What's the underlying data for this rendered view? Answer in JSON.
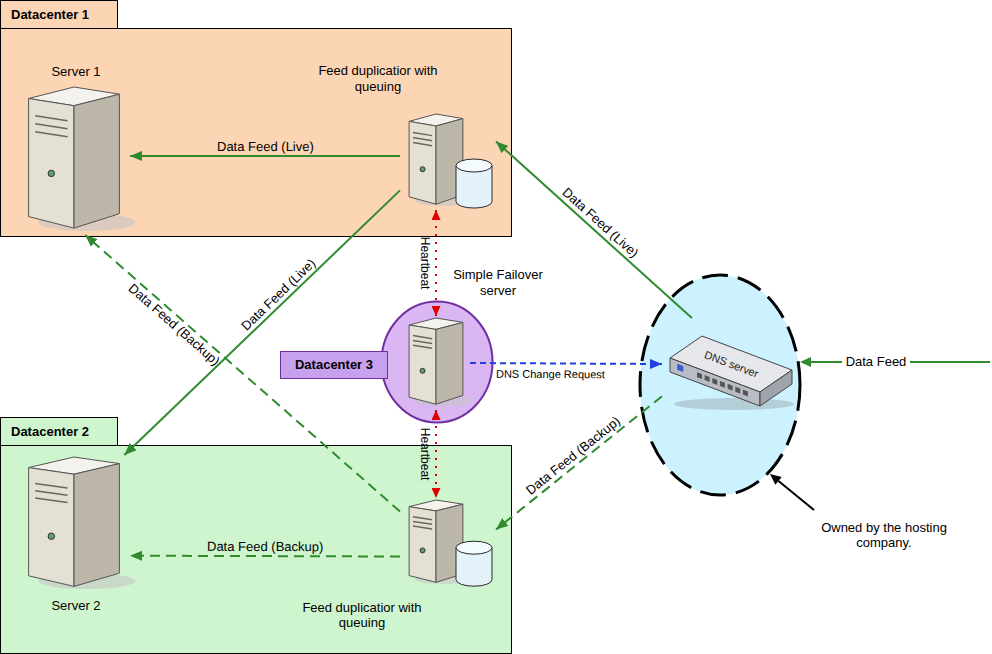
{
  "diagram": {
    "nodes": [
      {
        "text": [
          "Datacenter 1"
        ]
      },
      {
        "text": [
          "Server 1"
        ],
        "in": 0
      },
      {
        "text": [
          "Feed duplicatior with queuing"
        ],
        "in": 0
      },
      {
        "text": [
          "Datacenter 3"
        ]
      },
      {
        "text": [
          "Simple Failover server"
        ],
        "in": 3
      },
      {
        "text": [
          "DNS server"
        ]
      },
      {
        "text": [
          "Datacenter 2"
        ]
      },
      {
        "text": [
          "Server 2"
        ],
        "in": 6
      },
      {
        "text": [
          "Feed duplicatior with queuing"
        ],
        "in": 6
      }
    ],
    "edges": [
      {
        "from": 2,
        "to": 1,
        "label": "Data Feed (Live)",
        "arrow": "to"
      },
      {
        "from": 2,
        "to": 7,
        "label": "Data Feed (Live)",
        "arrow": "to"
      },
      {
        "from": 5,
        "to": 2,
        "label": "Data Feed (Live)",
        "arrow": "to"
      },
      {
        "from": 4,
        "to": 2,
        "label": "Heartbeat",
        "arrow": "both"
      },
      {
        "from": 4,
        "to": 5,
        "label": "DNS Change Request",
        "arrow": "to"
      },
      {
        "from": 4,
        "to": 8,
        "label": "Heartbeat",
        "arrow": "both"
      },
      {
        "from": 5,
        "to": 8,
        "label": "Data Feed (Backup)",
        "arrow": "to"
      },
      {
        "from": 8,
        "to": 7,
        "label": "Data Feed (Backup)",
        "arrow": "to"
      },
      {
        "from": 8,
        "to": 1,
        "label": "Data Feed (Backup)",
        "arrow": "to"
      }
    ],
    "labels": [
      "Data Feed",
      "Owned by the hosting company."
    ]
  }
}
